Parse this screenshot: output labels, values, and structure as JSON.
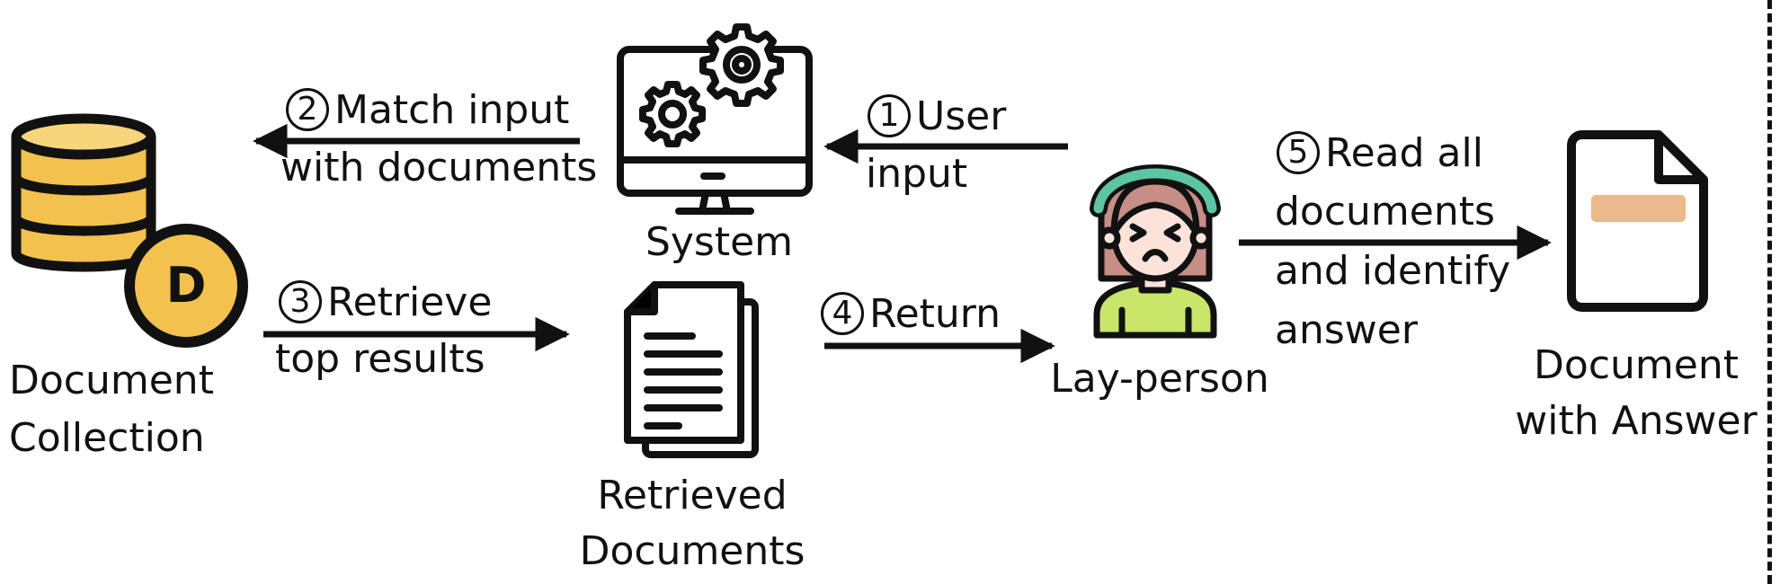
{
  "nodes": {
    "collection": {
      "line1": "Document",
      "line2": "Collection",
      "badge": "D"
    },
    "system": {
      "label": "System"
    },
    "retrieved": {
      "line1": "Retrieved",
      "line2": "Documents"
    },
    "layperson": {
      "label": "Lay-person"
    },
    "answer_doc": {
      "line1": "Document",
      "line2": "with Answer"
    }
  },
  "steps": [
    {
      "num": "1",
      "text1": "User",
      "text2": "input"
    },
    {
      "num": "2",
      "text1": "Match input",
      "text2": "with documents"
    },
    {
      "num": "3",
      "text1": "Retrieve",
      "text2": "top results"
    },
    {
      "num": "4",
      "text1": "Return"
    },
    {
      "num": "5",
      "text1": "Read all",
      "text2": "documents",
      "text3": "and identify",
      "text4": "answer"
    }
  ],
  "colors": {
    "ink": "#111111",
    "gold": "#F2C14E",
    "gold_light": "#F7D57A",
    "hair": "#C78E86",
    "headband": "#5CC6A4",
    "skin": "#FBE3DA",
    "shirt": "#C8E66A",
    "highlight": "#EBB98A"
  }
}
